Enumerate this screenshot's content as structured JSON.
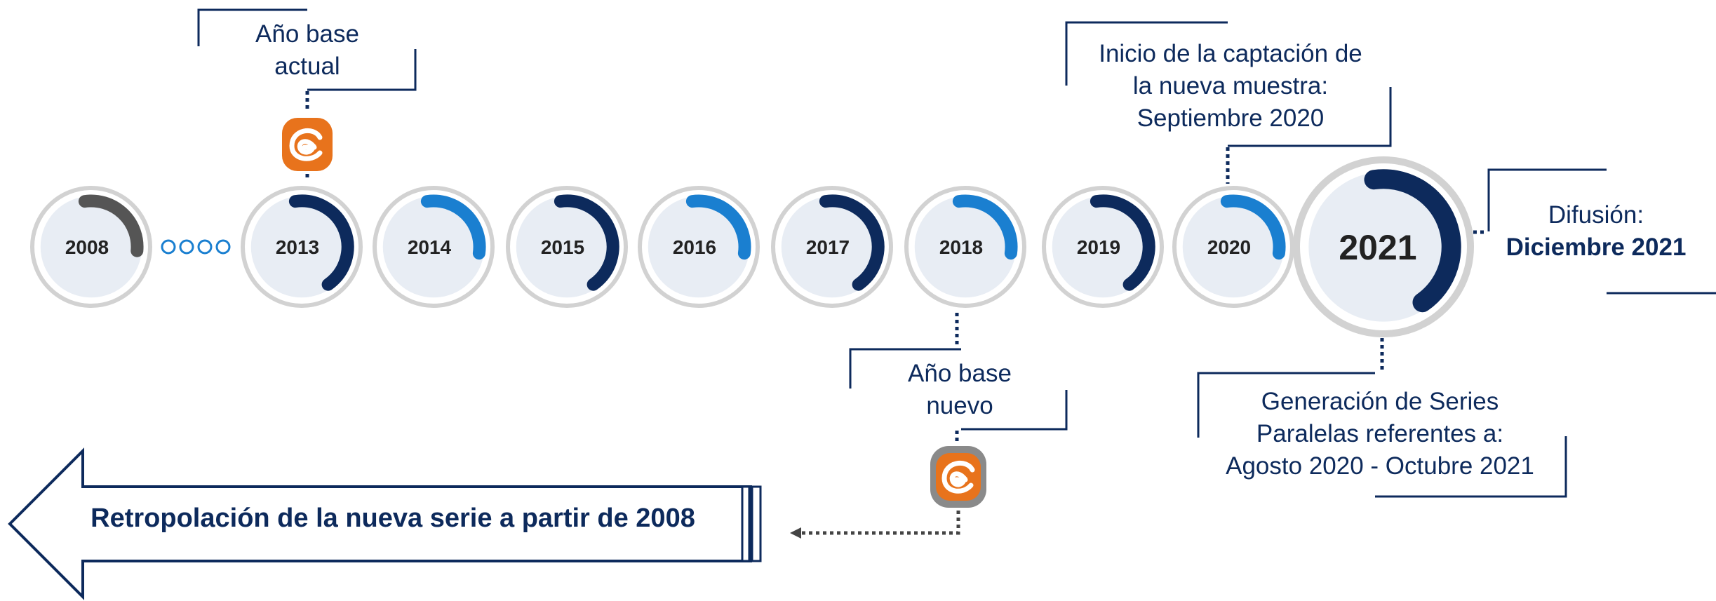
{
  "colors": {
    "navy": "#0d2a5c",
    "blue": "#1a7fd0",
    "gray_arc": "#555555",
    "ring": "#d2d2d2",
    "disc": "#e8edf4",
    "orange": "#e8731c",
    "gray_logo": "#8a8a8a"
  },
  "timeline": {
    "years": [
      {
        "label": "2008",
        "arc": "gray"
      },
      {
        "label": "2013",
        "arc": "navy"
      },
      {
        "label": "2014",
        "arc": "blue"
      },
      {
        "label": "2015",
        "arc": "navy"
      },
      {
        "label": "2016",
        "arc": "blue"
      },
      {
        "label": "2017",
        "arc": "navy"
      },
      {
        "label": "2018",
        "arc": "blue"
      },
      {
        "label": "2019",
        "arc": "navy"
      },
      {
        "label": "2020",
        "arc": "blue"
      },
      {
        "label": "2021",
        "arc": "navy"
      }
    ],
    "ellipsis_dots": 4
  },
  "callouts": {
    "base_actual": {
      "line1": "Año base",
      "line2": "actual",
      "icon": "orange-spiral-logo-icon"
    },
    "base_nuevo": {
      "line1": "Año base",
      "line2": "nuevo",
      "icon": "gray-spiral-logo-icon"
    },
    "captacion": {
      "line1": "Inicio de la captación de",
      "line2": "la nueva muestra:",
      "line3": "Septiembre 2020"
    },
    "difusion": {
      "line1": "Difusión:",
      "line2": "Diciembre 2021"
    },
    "series_paralelas": {
      "line1": "Generación de Series",
      "line2": "Paralelas referentes a:",
      "line3": "Agosto 2020 - Octubre 2021"
    }
  },
  "arrow": {
    "label": "Retropolación de la nueva serie a partir de 2008",
    "icon": "left-arrow-icon"
  }
}
